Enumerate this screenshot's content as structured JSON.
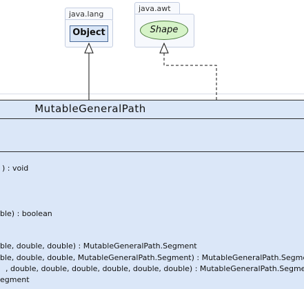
{
  "packages": {
    "lang": {
      "name": "java.lang",
      "class_name": "Object"
    },
    "awt": {
      "name": "java.awt",
      "interface_name": "Shape"
    }
  },
  "main_class": {
    "name": "MutableGeneralPath",
    "methods": [
      ") : void",
      "ble) : boolean",
      "ble, double, double) : MutableGeneralPath.Segment",
      "ble, double, double, MutableGeneralPath.Segment) : MutableGeneralPath.Segment",
      ", double, double, double, double, double, double) : MutableGeneralPath.Segment",
      "egment"
    ]
  }
}
